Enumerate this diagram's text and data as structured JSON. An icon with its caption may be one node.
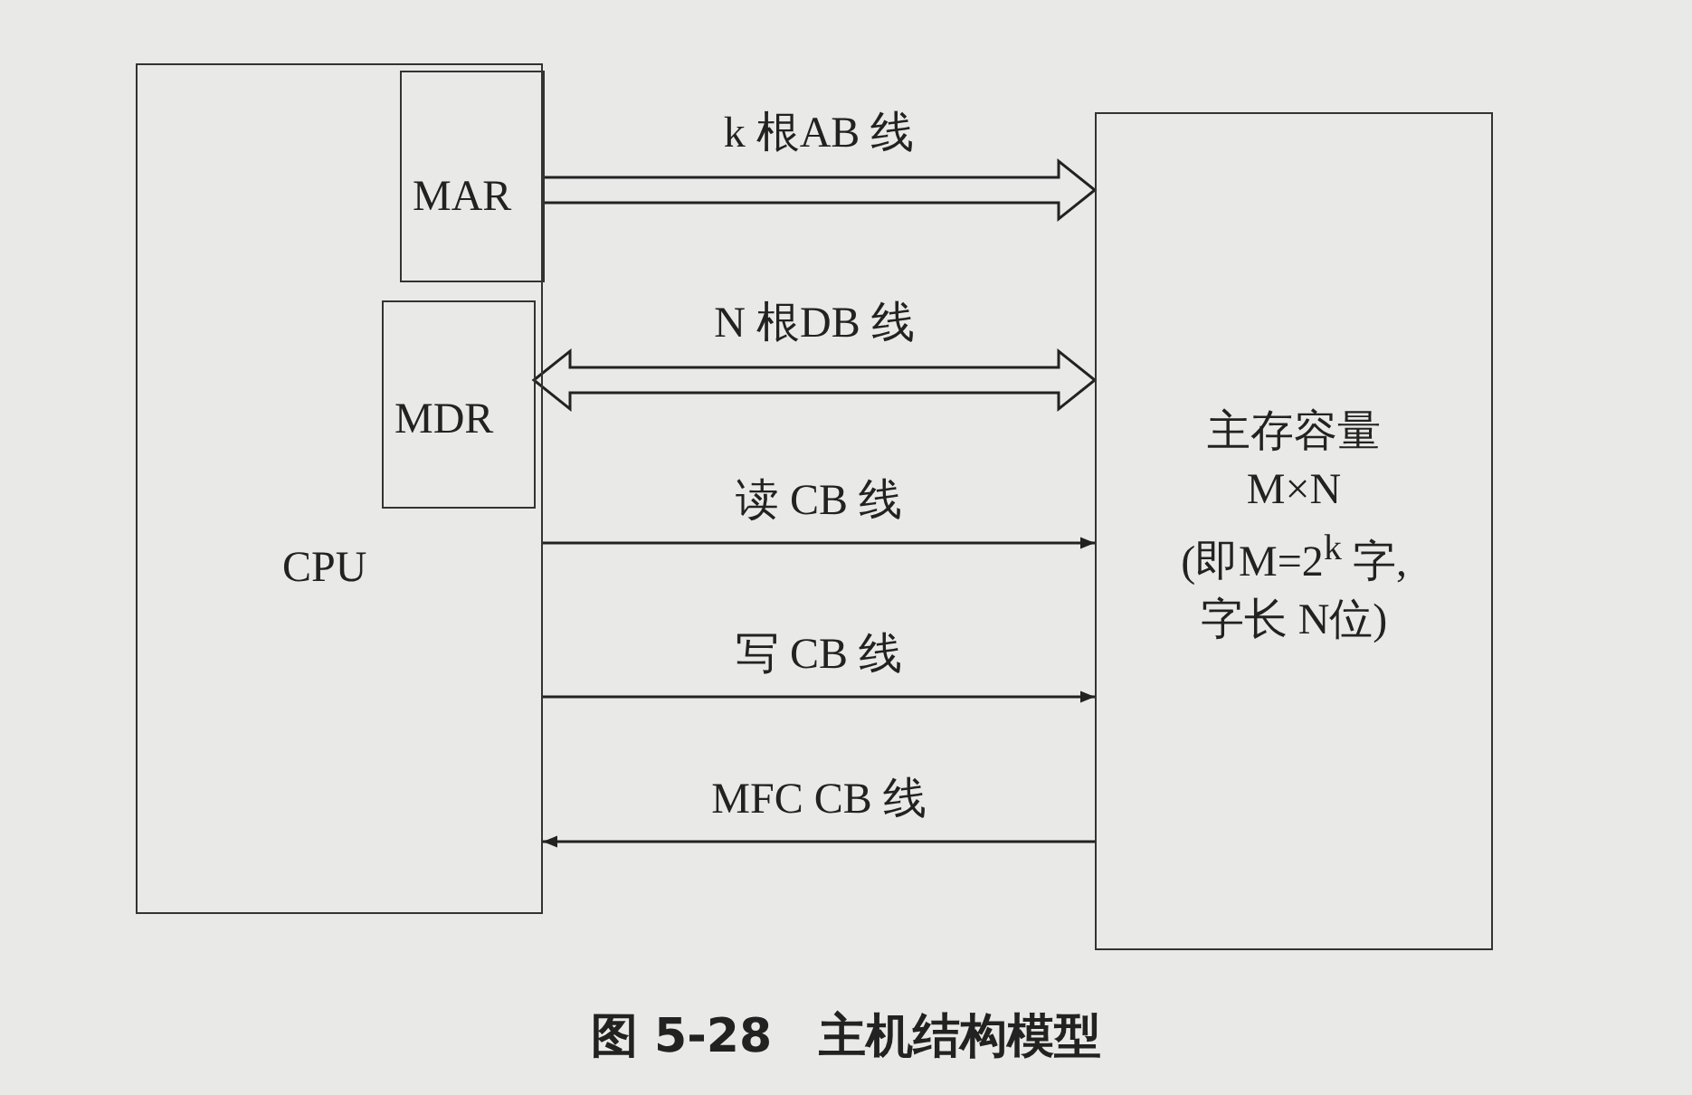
{
  "diagram": {
    "caption": "图 5-28　主机结构模型",
    "nodes": [
      {
        "text": [
          "CPU"
        ]
      },
      {
        "text": [
          "MAR"
        ],
        "in": 0
      },
      {
        "text": [
          "MDR"
        ],
        "in": 0
      },
      {
        "text": [
          "主存容量",
          "M×N",
          "(即M=2$^{k}$ 字, 字长 N位)"
        ]
      }
    ],
    "edges": [
      {
        "from": 1,
        "to": 3,
        "arrow": "to",
        "style": "thick",
        "label": "k 根AB 线"
      },
      {
        "from": 2,
        "to": 3,
        "arrow": "both",
        "style": "thick",
        "label": "N 根DB 线"
      },
      {
        "from": 0,
        "to": 3,
        "arrow": "to",
        "label": "读 CB 线"
      },
      {
        "from": 0,
        "to": 3,
        "arrow": "to",
        "label": "写 CB 线"
      },
      {
        "from": 3,
        "to": 0,
        "arrow": "to",
        "label": "MFC CB 线"
      }
    ]
  }
}
